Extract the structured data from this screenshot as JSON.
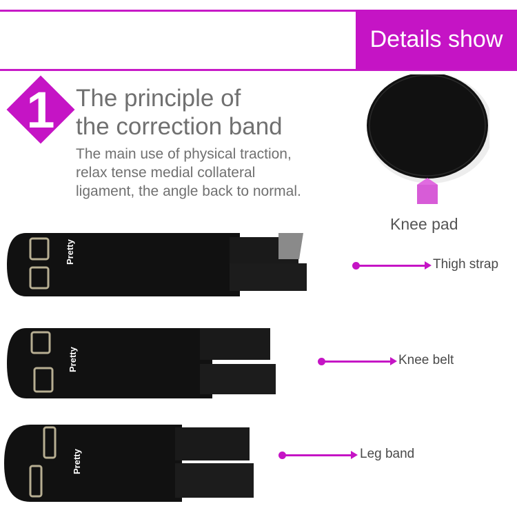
{
  "header": {
    "title": "Details show"
  },
  "step": {
    "number": "1",
    "title_line1": "The principle of",
    "title_line2": "the correction band"
  },
  "description": "The main use of physical traction, relax tense medial collateral ligament, the angle back to normal.",
  "knee_pad": {
    "label": "Knee pad"
  },
  "bands": [
    {
      "brand": "Pretty",
      "label": "Thigh strap"
    },
    {
      "brand": "Pretty",
      "label": "Knee belt"
    },
    {
      "brand": "Pretty",
      "label": "Leg band"
    }
  ],
  "colors": {
    "accent": "#c514c5",
    "text": "#707070",
    "product": "#111111"
  }
}
